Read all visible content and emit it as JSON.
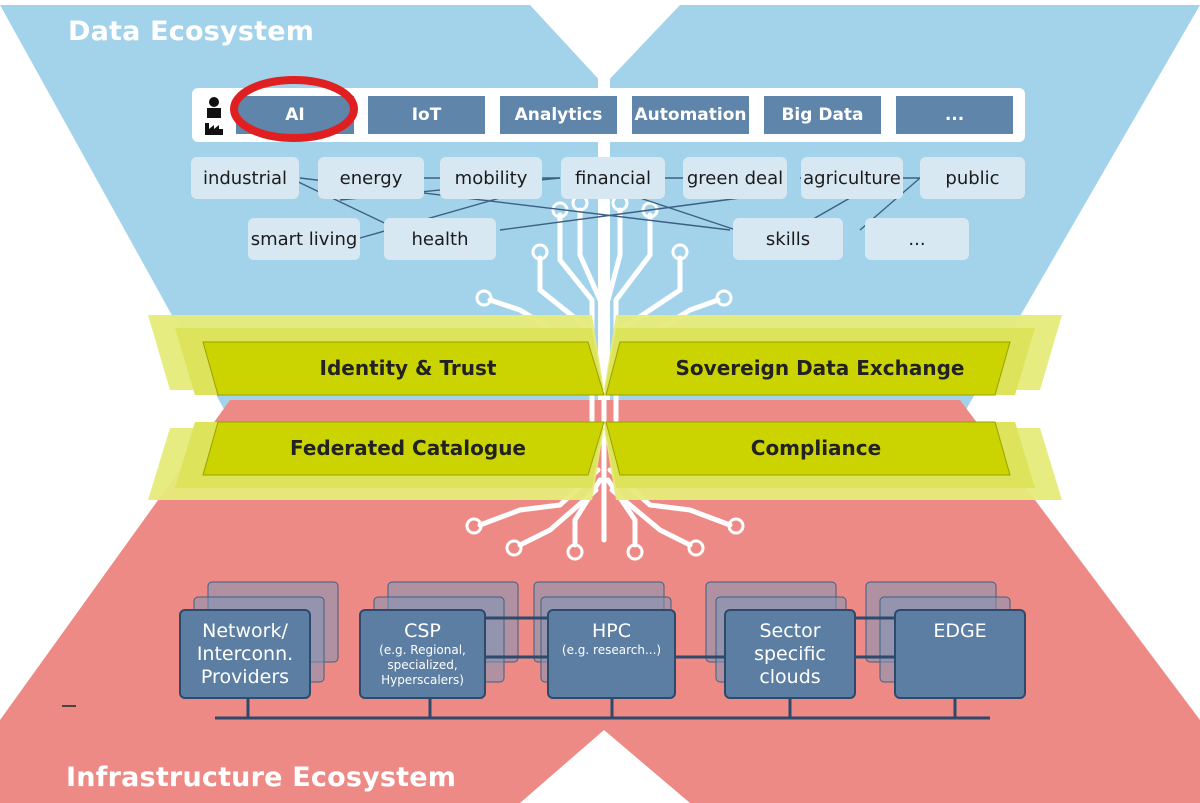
{
  "titles": {
    "top": "Data Ecosystem",
    "bottom": "Infrastructure Ecosystem"
  },
  "technologies": [
    "AI",
    "IoT",
    "Analytics",
    "Automation",
    "Big Data",
    "..."
  ],
  "domains": {
    "row1": [
      "industrial",
      "energy",
      "mobility",
      "financial",
      "green deal",
      "agriculture",
      "public"
    ],
    "row2": [
      "smart living",
      "health",
      "skills",
      "..."
    ]
  },
  "services": {
    "identity": "Identity & Trust",
    "exchange": "Sovereign Data Exchange",
    "catalogue": "Federated Catalogue",
    "compliance": "Compliance"
  },
  "providers": [
    {
      "lines": [
        "Network/",
        "Interconn.",
        "Providers"
      ],
      "sub": []
    },
    {
      "lines": [
        "CSP"
      ],
      "sub": [
        "(e.g. Regional,",
        "specialized,",
        "Hyperscalers)"
      ]
    },
    {
      "lines": [
        "HPC"
      ],
      "sub": [
        "(e.g. research...)"
      ]
    },
    {
      "lines": [
        "Sector",
        "specific",
        "clouds"
      ],
      "sub": []
    },
    {
      "lines": [
        "EDGE"
      ],
      "sub": []
    }
  ],
  "colors": {
    "data_blue": "#a3d3ea",
    "infra_red": "#ee8a86",
    "tech_box": "#5f85aa",
    "domain_box": "#d8e8f2",
    "service_green": "#cbd400",
    "service_light": "#e6eb7a",
    "provider_box": "#5d7ea3",
    "provider_border": "#2d4a6c",
    "highlight_ring": "#e02020"
  },
  "icons": [
    "person-icon",
    "factory-icon",
    "circuit-tree-icon",
    "highlight-ring"
  ]
}
